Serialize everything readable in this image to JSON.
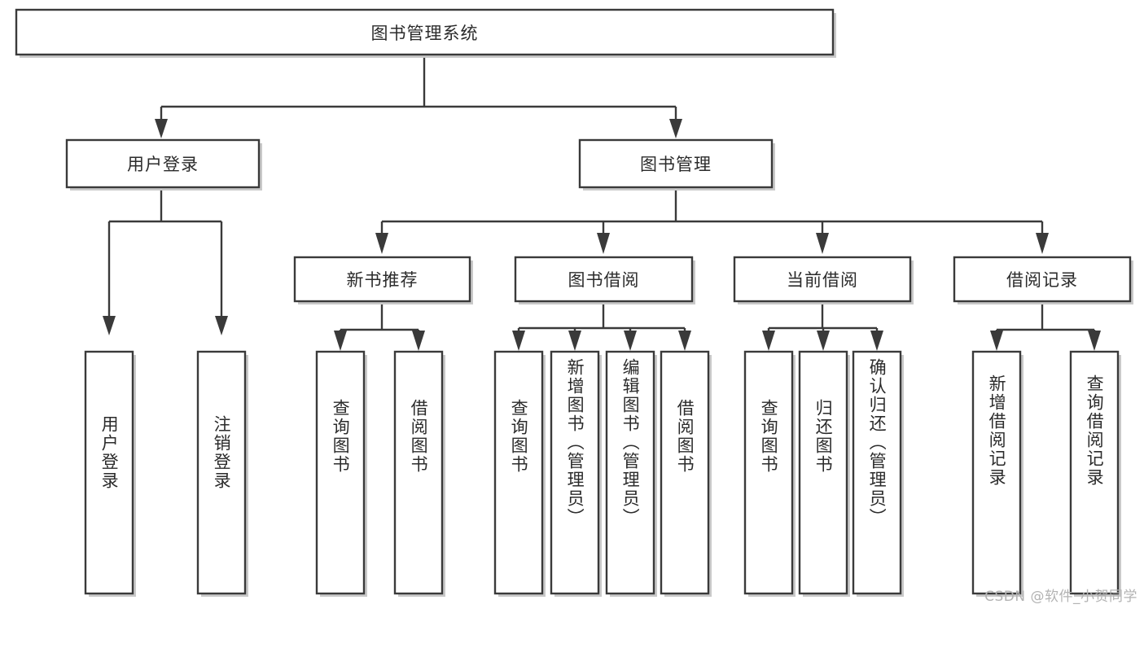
{
  "diagram": {
    "type": "tree-hierarchy",
    "title": "图书管理系统",
    "watermark": "CSDN @软件_小贺同学",
    "colors": {
      "stroke": "#3a3a3a",
      "fill": "#ffffff",
      "text": "#2b2b2b",
      "shadow": "#c9c9c9",
      "watermark": "#b3b3b3"
    },
    "nodes": {
      "root": {
        "label": "图书管理系统",
        "orientation": "horizontal"
      },
      "level1": [
        {
          "id": "user-login",
          "label": "用户登录",
          "orientation": "horizontal"
        },
        {
          "id": "book-management",
          "label": "图书管理",
          "orientation": "horizontal"
        }
      ],
      "level2": [
        {
          "id": "new-book-recommend",
          "label": "新书推荐",
          "orientation": "horizontal"
        },
        {
          "id": "book-borrow",
          "label": "图书借阅",
          "orientation": "horizontal"
        },
        {
          "id": "current-borrow",
          "label": "当前借阅",
          "orientation": "horizontal"
        },
        {
          "id": "borrow-record",
          "label": "借阅记录",
          "orientation": "horizontal"
        }
      ],
      "leaves": [
        {
          "id": "leaf-user-login",
          "label": "用户登录",
          "parent": "user-login",
          "orientation": "vertical"
        },
        {
          "id": "leaf-user-logout",
          "label": "注销登录",
          "parent": "user-login",
          "orientation": "vertical"
        },
        {
          "id": "leaf-query-book-1",
          "label": "查询图书",
          "parent": "new-book-recommend",
          "orientation": "vertical"
        },
        {
          "id": "leaf-borrow-book-1",
          "label": "借阅图书",
          "parent": "new-book-recommend",
          "orientation": "vertical"
        },
        {
          "id": "leaf-query-book-2",
          "label": "查询图书",
          "parent": "book-borrow",
          "orientation": "vertical"
        },
        {
          "id": "leaf-add-book",
          "label": "新增图书（管理员）",
          "parent": "book-borrow",
          "orientation": "vertical"
        },
        {
          "id": "leaf-edit-book",
          "label": "编辑图书（管理员）",
          "parent": "book-borrow",
          "orientation": "vertical"
        },
        {
          "id": "leaf-borrow-book-2",
          "label": "借阅图书",
          "parent": "book-borrow",
          "orientation": "vertical"
        },
        {
          "id": "leaf-query-book-3",
          "label": "查询图书",
          "parent": "current-borrow",
          "orientation": "vertical"
        },
        {
          "id": "leaf-return-book",
          "label": "归还图书",
          "parent": "current-borrow",
          "orientation": "vertical"
        },
        {
          "id": "leaf-confirm-return",
          "label": "确认归还（管理员）",
          "parent": "current-borrow",
          "orientation": "vertical"
        },
        {
          "id": "leaf-add-record",
          "label": "新增借阅记录",
          "parent": "borrow-record",
          "orientation": "vertical"
        },
        {
          "id": "leaf-query-record",
          "label": "查询借阅记录",
          "parent": "borrow-record",
          "orientation": "vertical"
        }
      ]
    }
  }
}
